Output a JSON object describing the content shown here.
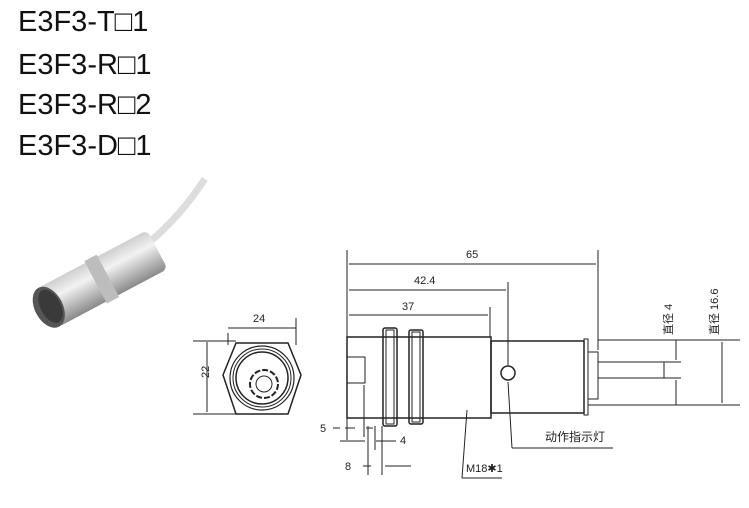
{
  "models": [
    "E3F3-T□1",
    "E3F3-R□1",
    "E3F3-R□2",
    "E3F3-D□1"
  ],
  "dimensions": {
    "front_width": "24",
    "front_height": "22",
    "overall_length": "65",
    "led_position": "42.4",
    "thread_length": "37",
    "dim_5": "5",
    "dim_4": "4",
    "dim_8": "8",
    "cable_diameter": "直径 4",
    "body_diameter": "直径 16.6"
  },
  "labels": {
    "indicator": "动作指示灯",
    "thread": "M18✱1"
  }
}
